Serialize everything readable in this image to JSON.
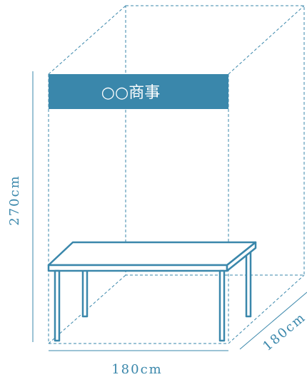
{
  "colors": {
    "accent": "#3a87ab",
    "table_fill": "#ffffff",
    "background": "#ffffff"
  },
  "sign": {
    "label": "○○商事"
  },
  "dimensions": {
    "height": "270cm",
    "width": "180cm",
    "depth": "180cm"
  }
}
